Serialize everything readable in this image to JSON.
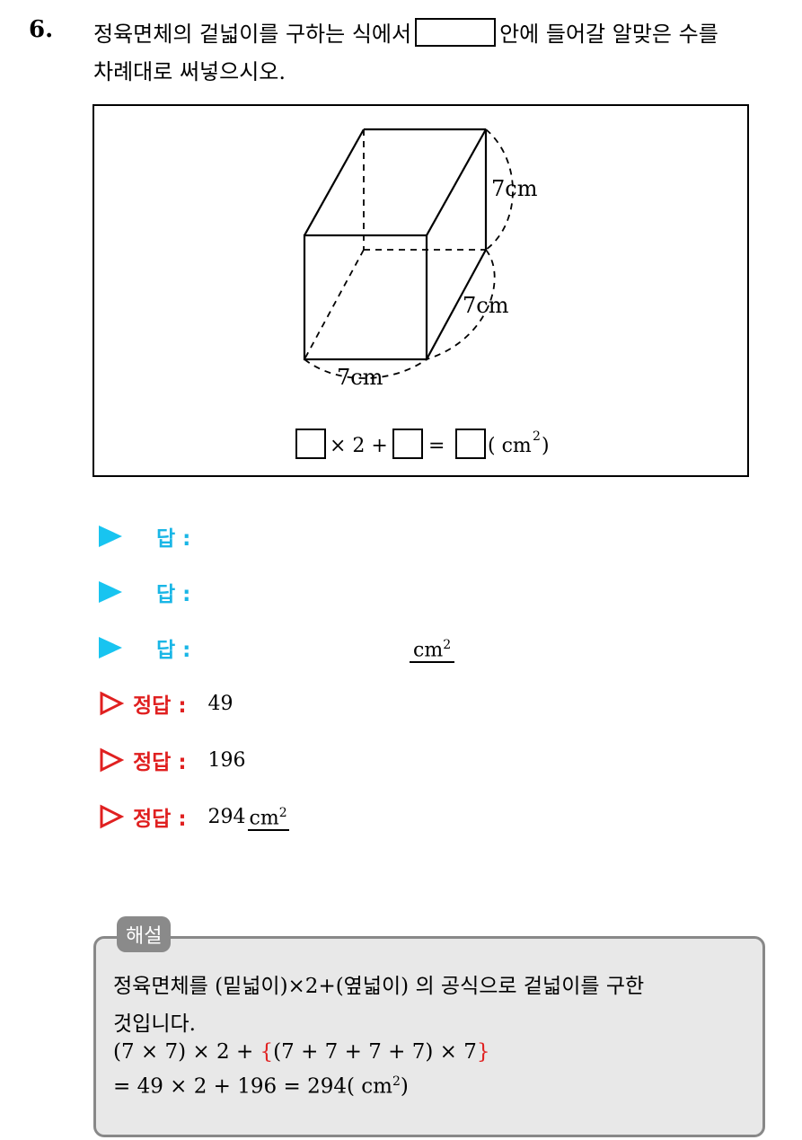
{
  "question": {
    "number": "6.",
    "line1_before": "정육면체의 겉넓이를 구하는 식에서",
    "line1_after": "안에 들어갈 알맞은 수를",
    "line2": "차례대로 써넣으시오."
  },
  "figure": {
    "edge_label_top": "7cm",
    "edge_label_side": "7cm",
    "edge_label_bottom": "7cm",
    "formula": {
      "times": "× 2 +",
      "equals": "=",
      "unit_prefix": "( cm",
      "unit_exp": "2",
      "unit_suffix": ")"
    }
  },
  "answers": [
    {
      "label": "답 :",
      "unit": ""
    },
    {
      "label": "답 :",
      "unit": ""
    },
    {
      "label": "답 :",
      "unit": "cm",
      "unit_exp": "2"
    }
  ],
  "correct": [
    {
      "label": "정답 :",
      "value": "49"
    },
    {
      "label": "정답 :",
      "value": "196"
    },
    {
      "label": "정답 :",
      "value": "294",
      "unit": "cm",
      "unit_exp": "2"
    }
  ],
  "explanation": {
    "tag": "해설",
    "line1": "정육면체를 (밑넓이)×2+(옆넓이) 의 공식으로 겉넓이를 구한",
    "line2": "것입니다.",
    "line3_a": "(7 × 7) × 2 + ",
    "line3_b": "{",
    "line3_c": "(7 + 7 + 7 + 7) × 7",
    "line3_d": "}",
    "line4_a": "= 49 × 2 + 196 = 294( cm",
    "line4_exp": "2",
    "line4_b": ")"
  },
  "colors": {
    "answer_marker": "#18c4f0",
    "correct_marker": "#e02020",
    "explanation_bg": "#e8e8e8"
  }
}
